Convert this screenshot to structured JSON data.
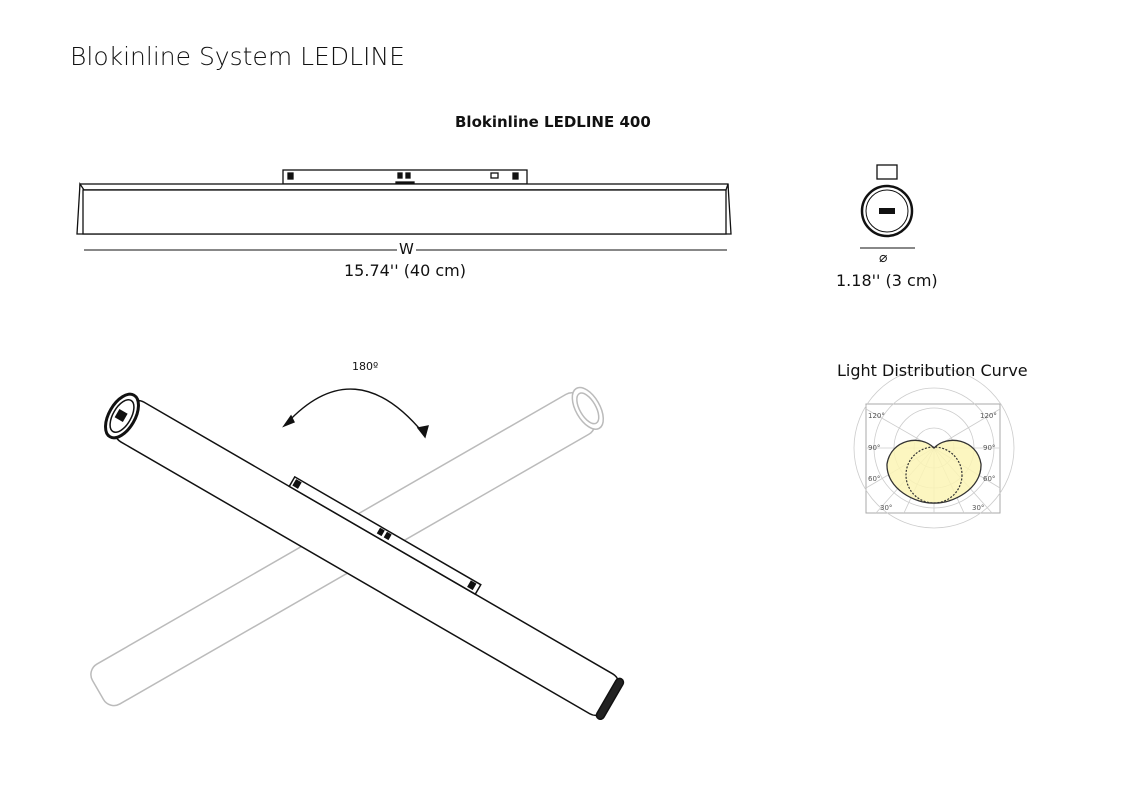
{
  "title": "Blokinline System LEDLINE",
  "product": "Blokinline LEDLINE 400",
  "width_label": "W",
  "width_value": "15.74'' (40 cm)",
  "diameter_symbol": "⌀",
  "diameter_value": "1.18'' (3 cm)",
  "rotation_label": "180º",
  "light_curve": {
    "title": "Light Distribution Curve",
    "angle_labels": [
      "120°",
      "120°",
      "90°",
      "90°",
      "60°",
      "60°",
      "30°",
      "30°"
    ]
  }
}
